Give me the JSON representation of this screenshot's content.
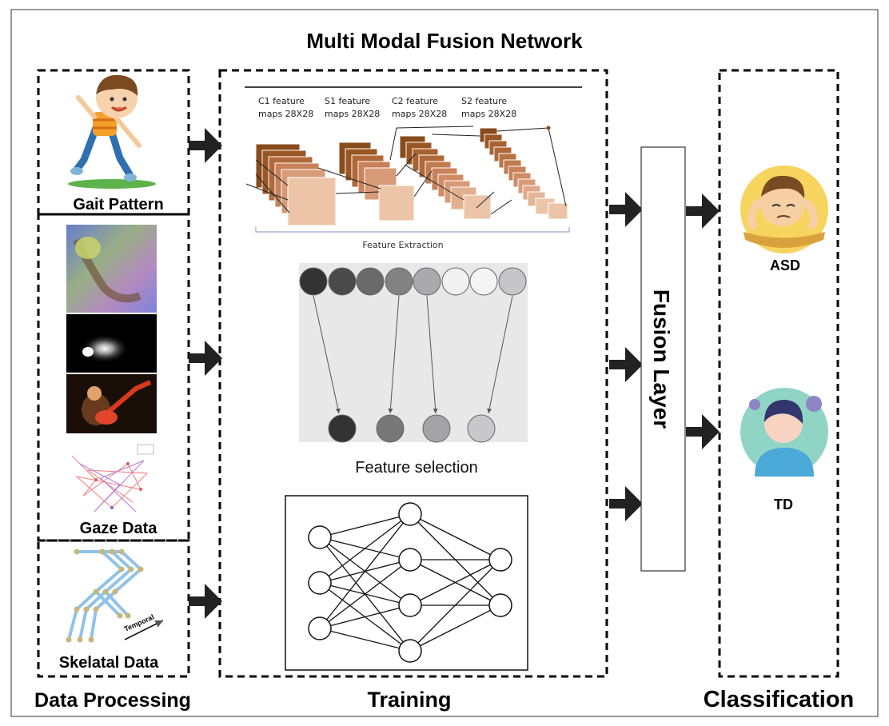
{
  "title": "Multi Modal Fusion Network",
  "sections": {
    "data_processing": "Data Processing",
    "training": "Training",
    "classification": "Classification"
  },
  "inputs": {
    "gait": "Gait Pattern",
    "gaze": "Gaze Data",
    "skeletal": "Skelatal Data",
    "temporal": "Temporal"
  },
  "cnn": {
    "maps": [
      {
        "line1": "C1 feature",
        "line2": "maps 28X28"
      },
      {
        "line1": "S1 feature",
        "line2": "maps 28X28"
      },
      {
        "line1": "C2 feature",
        "line2": "maps 28X28"
      },
      {
        "line1": "S2 feature",
        "line2": "maps 28X28"
      }
    ],
    "caption": "Feature Extraction"
  },
  "feature_selection": {
    "caption": "Feature selection",
    "top_node_colors": [
      "#333333",
      "#4a4a4a",
      "#6a6a6a",
      "#828282",
      "#a9a9ae",
      "#f1f1f1",
      "#f4f4f4",
      "#c6c6ca"
    ],
    "bottom_node_colors": [
      "#333333",
      "#777777",
      "#a4a4a8",
      "#c8c8cc"
    ]
  },
  "fusion_layer": "Fusion Layer",
  "outputs": {
    "asd": "ASD",
    "td": "TD"
  }
}
